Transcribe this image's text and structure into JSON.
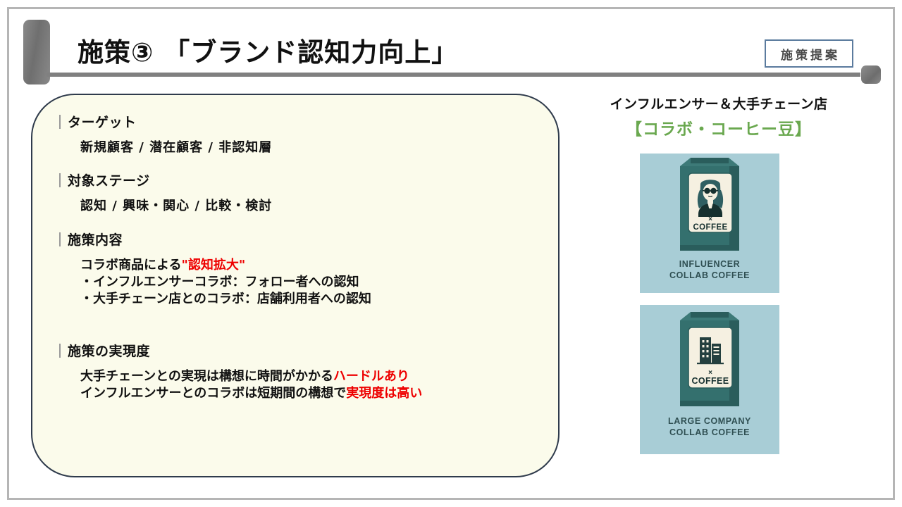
{
  "slide": {
    "title": "施策③ 「ブランド認知力向上」",
    "badge_label": "施策提案"
  },
  "panel": {
    "sections": [
      {
        "heading": "ターゲット",
        "lines": [
          "新規顧客  /  潜在顧客  /  非認知層"
        ]
      },
      {
        "heading": "対象ステージ",
        "lines": [
          "認知  /  興味・関心  /  比較・検討"
        ]
      },
      {
        "heading": "施策内容",
        "lines": [
          {
            "plain_prefix": "コラボ商品による",
            "emphasis": "\"認知拡大\"",
            "plain_suffix": ""
          },
          {
            "plain_prefix": "・インフルエンサーコラボ：フォロー者への認知",
            "emphasis": "",
            "plain_suffix": ""
          },
          {
            "plain_prefix": "・大手チェーン店とのコラボ：店舗利用者への認知",
            "emphasis": "",
            "plain_suffix": ""
          }
        ]
      },
      {
        "heading": "施策の実現度",
        "lines": [
          {
            "plain_prefix": "大手チェーンとの実現は構想に時間がかかる",
            "emphasis": "ハードルあり",
            "plain_suffix": ""
          },
          {
            "plain_prefix": "インフルエンサーとのコラボは短期間の構想で",
            "emphasis": "実現度は高い",
            "plain_suffix": ""
          }
        ]
      }
    ]
  },
  "right": {
    "heading_line1": "インフルエンサー＆大手チェーン店",
    "heading_line2": "【コラボ・コーヒー豆】",
    "products": [
      {
        "bag_label_mark": "×",
        "bag_label_text": "COFFEE",
        "caption_line1": "INFLUENCER",
        "caption_line2": "COLLAB COFFEE",
        "illustration": "influencer-portrait-icon"
      },
      {
        "bag_label_mark": "×",
        "bag_label_text": "COFFEE",
        "caption_line1": "LARGE COMPANY",
        "caption_line2": "COLLAB COFFEE",
        "illustration": "office-buildings-icon"
      }
    ]
  },
  "colors": {
    "panel_fill": "#fbfbeb",
    "panel_border": "#2f3b4c",
    "accent_red": "#ee0000",
    "accent_green": "#6aa84f",
    "badge_border": "#5b7b9e",
    "bag_teal": "#2d6b6b",
    "bag_bg": "#a8cdd6",
    "bag_label": "#f5f0e1"
  }
}
